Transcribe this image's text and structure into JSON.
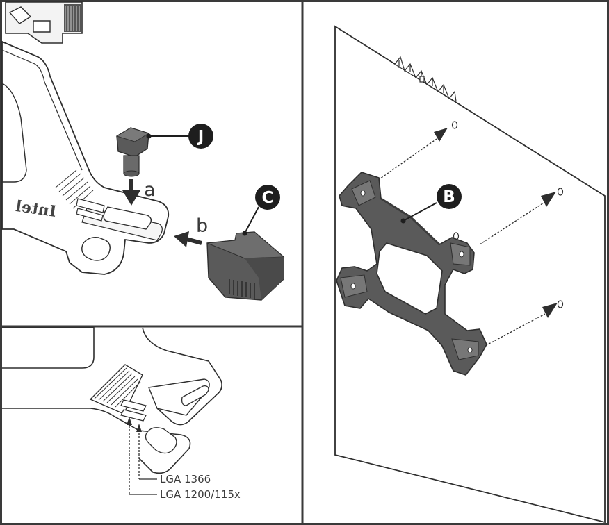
{
  "callouts": {
    "j": "J",
    "c": "C",
    "b": "B"
  },
  "steps": {
    "a": "a",
    "b": "b"
  },
  "brand_mark": "Intel",
  "socket_labels": {
    "lga1366": "LGA 1366",
    "lga1200": "LGA 1200/115x"
  },
  "colors": {
    "frame": "#3a3a3a",
    "part_dark": "#5a5a5a",
    "part_outline": "#2e2e2e",
    "callout_fill": "#1e1e1e",
    "bracket_fill": "#ffffff"
  }
}
